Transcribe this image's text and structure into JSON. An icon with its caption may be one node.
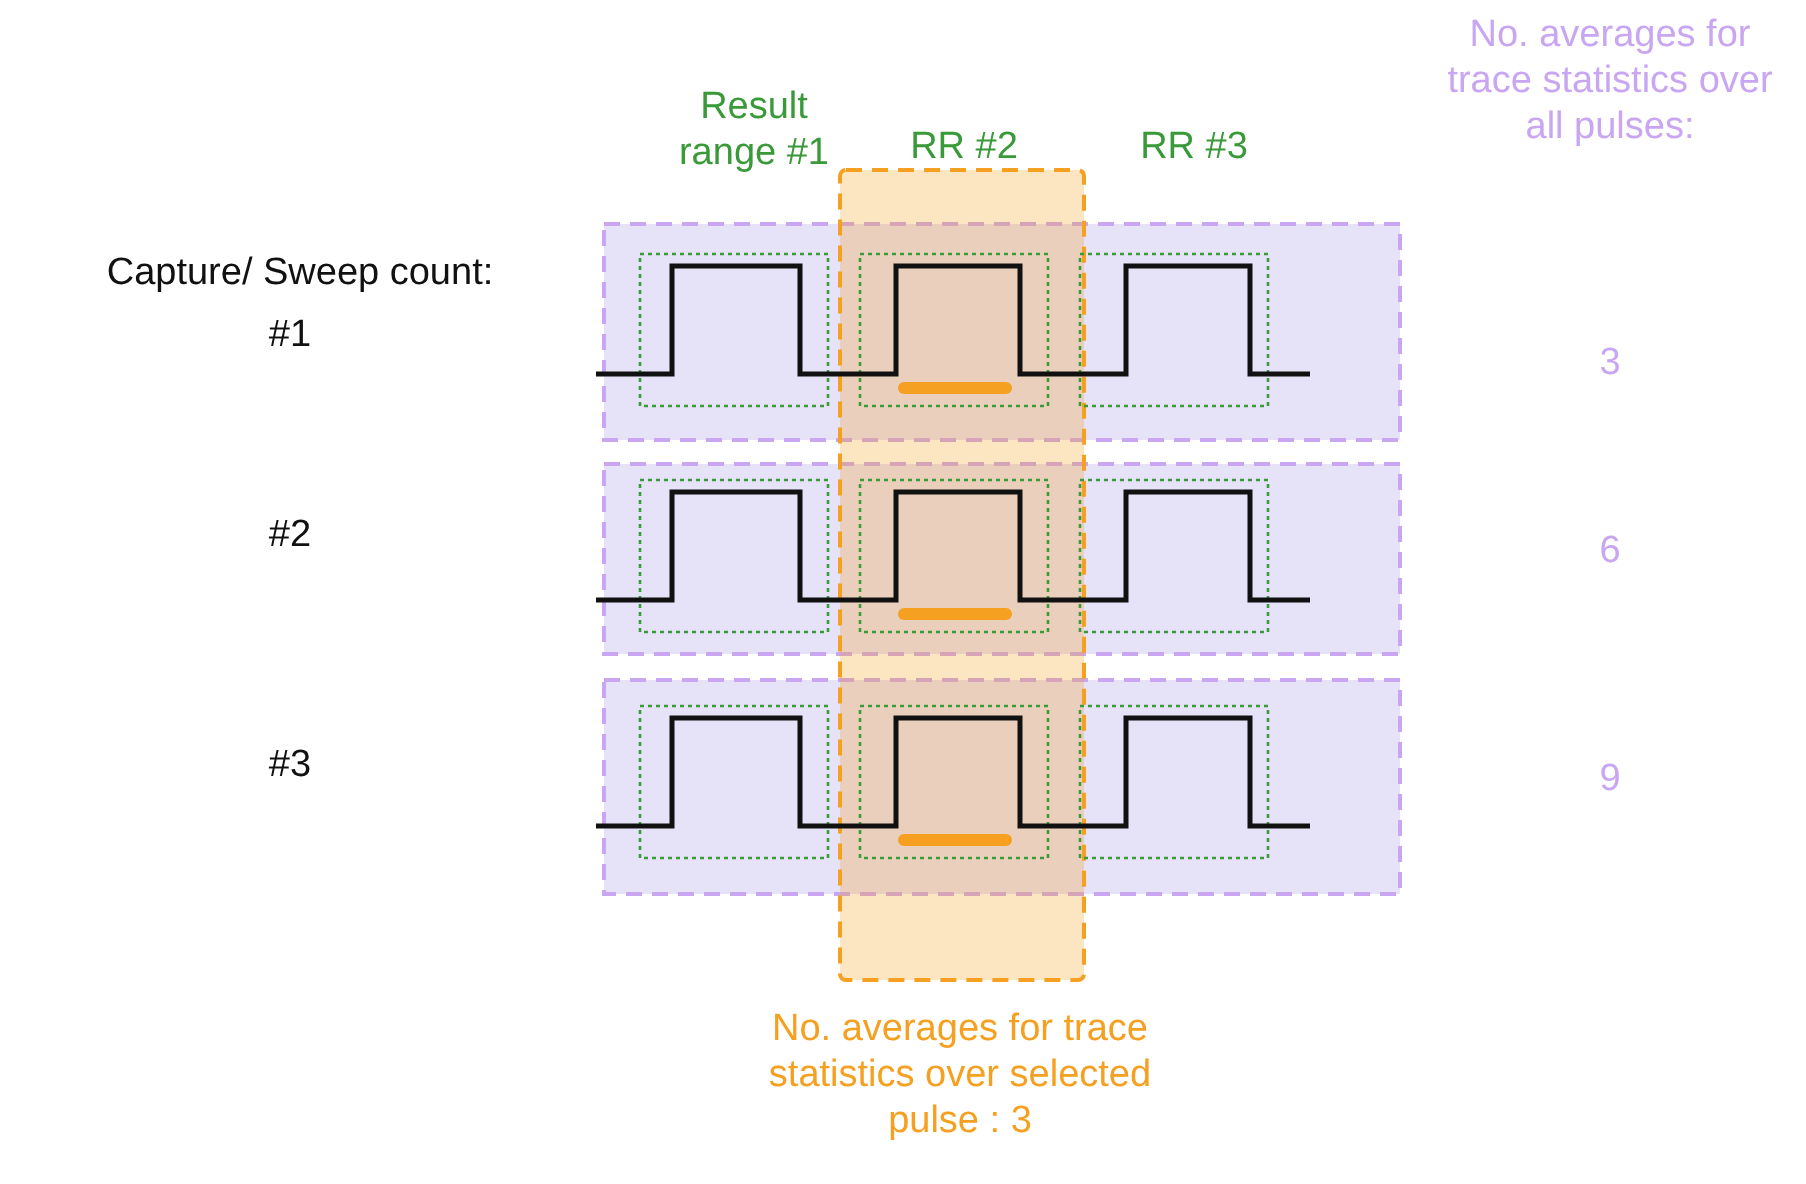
{
  "diagram": {
    "labels": [
      "Result range #1",
      "RR #2",
      "RR #3",
      "No. averages for trace statistics over all pulses:",
      "Capture/ Sweep count:",
      "#1",
      "3",
      "#2",
      "6",
      "#3",
      "9",
      "No. averages for trace statistics over selected pulse : 3"
    ]
  }
}
